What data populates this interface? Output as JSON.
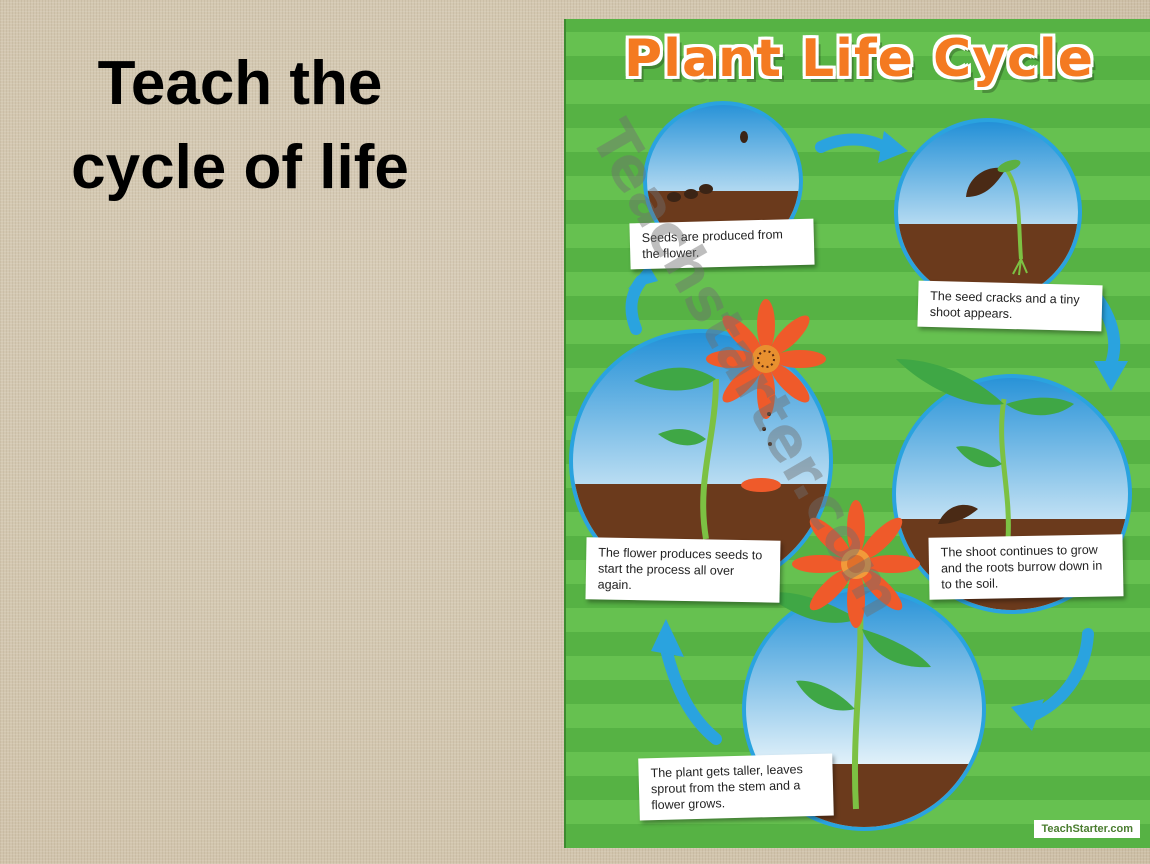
{
  "slide": {
    "title_line1": "Teach the",
    "title_line2": "cycle of life"
  },
  "poster": {
    "title": "Plant Life Cycle",
    "captions": {
      "seeds_produced": "Seeds are produced from the flower.",
      "seed_cracks": "The seed cracks and a tiny shoot appears.",
      "shoot_continues": "The shoot continues to grow and the roots burrow down in to the soil.",
      "plant_taller": "The plant gets taller, leaves sprout from the stem and a flower grows.",
      "flower_seeds": "The flower produces seeds to start the process all over again."
    },
    "watermark": "Teachstarter.com",
    "brand": "TeachStarter.com"
  },
  "colors": {
    "poster_green": "#5bb84a",
    "title_orange": "#f47a21",
    "arrow_blue": "#2aa3df",
    "soil_brown": "#6b3a1c",
    "flower_red": "#ef5a2a"
  }
}
